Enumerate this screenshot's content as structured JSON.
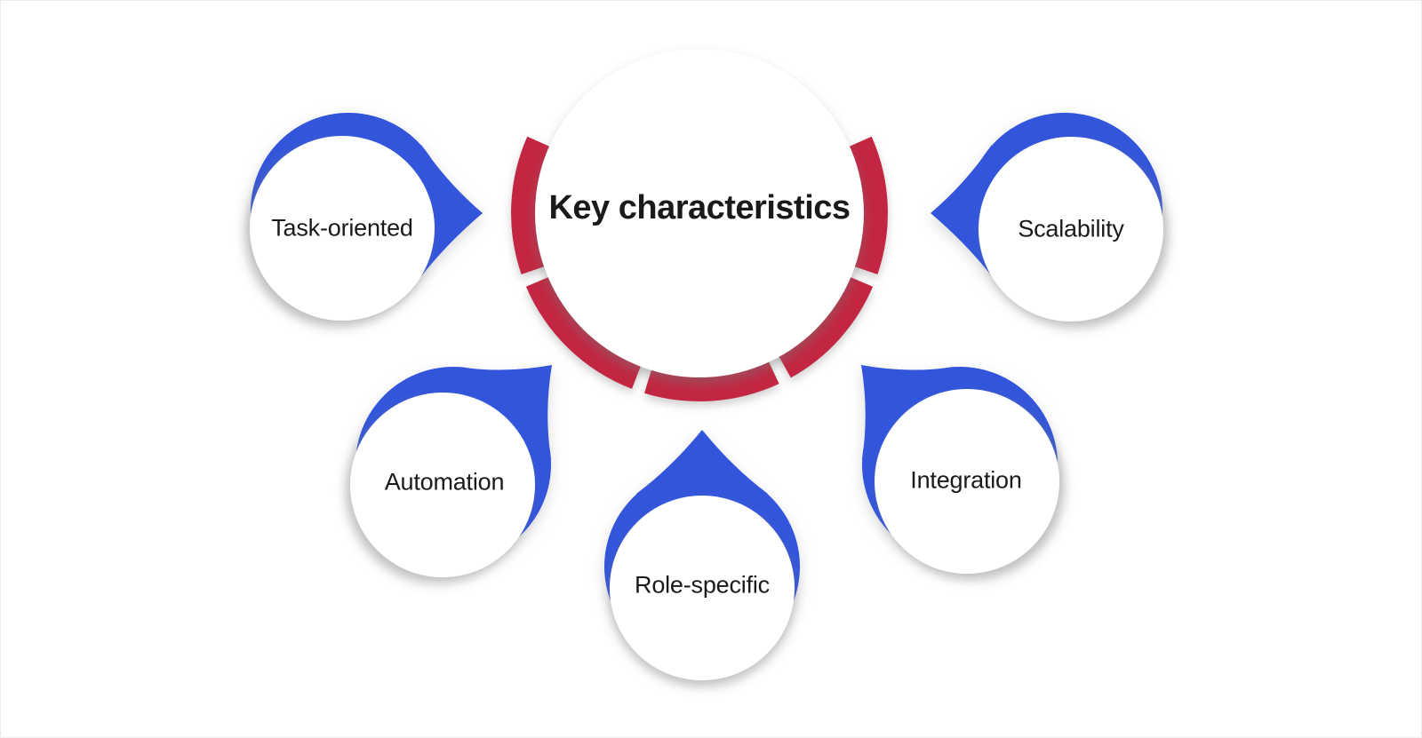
{
  "center": {
    "title": "Key characteristics"
  },
  "items": [
    {
      "id": "task-oriented",
      "label": "Task-oriented"
    },
    {
      "id": "scalability",
      "label": "Scalability"
    },
    {
      "id": "automation",
      "label": "Automation"
    },
    {
      "id": "role-specific",
      "label": "Role-specific"
    },
    {
      "id": "integration",
      "label": "Integration"
    }
  ],
  "colors": {
    "blue": "#3254DC",
    "red": "#C22742",
    "text": "#1A1A1A",
    "background": "#FFFFFF"
  }
}
